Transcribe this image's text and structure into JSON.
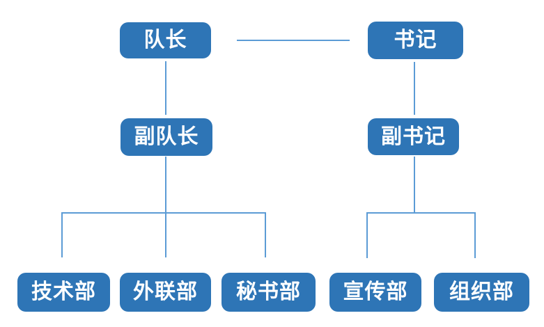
{
  "diagram": {
    "type": "org-chart",
    "background": "#FFFFFF",
    "node_fill_color": "#2E75B6",
    "node_text_color": "#FFFFFF",
    "connector_color": "#5B9BD5",
    "nodes": [
      {
        "id": "team-leader",
        "label": "队长",
        "level": 1
      },
      {
        "id": "secretary",
        "label": "书记",
        "level": 1
      },
      {
        "id": "deputy-team-leader",
        "label": "副队长",
        "level": 2
      },
      {
        "id": "deputy-secretary",
        "label": "副书记",
        "level": 2
      },
      {
        "id": "technology-department",
        "label": "技术部",
        "level": 3
      },
      {
        "id": "external-relations-department",
        "label": "外联部",
        "level": 3
      },
      {
        "id": "secretariat-department",
        "label": "秘书部",
        "level": 3
      },
      {
        "id": "publicity-department",
        "label": "宣传部",
        "level": 3
      },
      {
        "id": "organization-department",
        "label": "组织部",
        "level": 3
      }
    ],
    "edges": [
      {
        "from": "team-leader",
        "to": "secretary",
        "style": "peer-horizontal"
      },
      {
        "from": "team-leader",
        "to": "deputy-team-leader",
        "style": "vertical"
      },
      {
        "from": "secretary",
        "to": "deputy-secretary",
        "style": "vertical"
      },
      {
        "from": "deputy-team-leader",
        "to": "technology-department",
        "style": "tree"
      },
      {
        "from": "deputy-team-leader",
        "to": "external-relations-department",
        "style": "tree"
      },
      {
        "from": "deputy-team-leader",
        "to": "secretariat-department",
        "style": "tree"
      },
      {
        "from": "deputy-secretary",
        "to": "publicity-department",
        "style": "tree"
      },
      {
        "from": "deputy-secretary",
        "to": "organization-department",
        "style": "tree"
      }
    ]
  }
}
